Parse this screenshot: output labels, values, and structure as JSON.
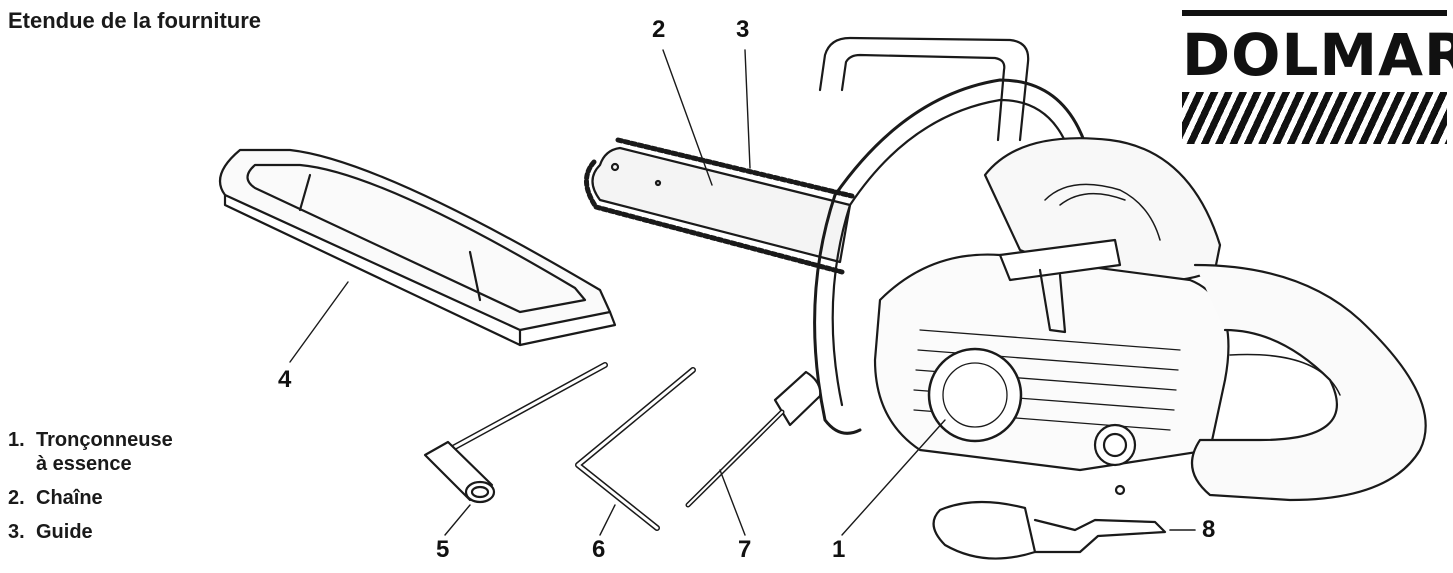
{
  "heading": "Etendue de la fourniture",
  "brand": "DOLMAR",
  "legend": [
    {
      "num": "1.",
      "line1": "Tronçonneuse",
      "line2": "à essence"
    },
    {
      "num": "2.",
      "line1": "Chaîne",
      "line2": ""
    },
    {
      "num": "3.",
      "line1": "Guide",
      "line2": ""
    }
  ],
  "callouts": [
    "1",
    "2",
    "3",
    "4",
    "5",
    "6",
    "7",
    "8"
  ]
}
